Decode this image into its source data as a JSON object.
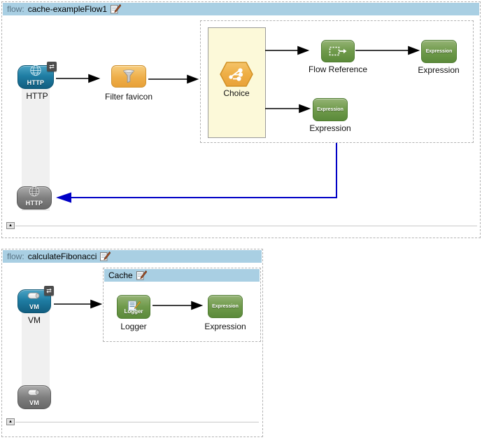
{
  "colors": {
    "flow_header_bg": "#a9cfe3",
    "dashed_border": "#b3b3b3",
    "choice_lane_bg": "#fcf9d9",
    "endpoint_blue": "#1f7da3",
    "endpoint_gray": "#7f7f7f",
    "component_green": "#6f9a4b",
    "component_orange": "#eeae49",
    "response_wire_blue": "#0000c6",
    "connector_black": "#000000"
  },
  "ui": {
    "collapse_glyph": "▲",
    "badge_glyph": "⇄"
  },
  "flow1": {
    "header_kind": "flow:",
    "header_name": "cache-exampleFlow1",
    "http_source": {
      "text": "HTTP",
      "label": "HTTP"
    },
    "filter": {
      "label": "Filter favicon"
    },
    "choice": {
      "label": "Choice"
    },
    "flow_reference": {
      "label": "Flow Reference"
    },
    "expression_a": {
      "text": "Expression",
      "label": "Expression"
    },
    "expression_b": {
      "text": "Expression",
      "label": "Expression"
    },
    "http_response": {
      "text": "HTTP"
    }
  },
  "flow2": {
    "header_kind": "flow:",
    "header_name": "calculateFibonacci",
    "cache_title": "Cache",
    "vm_source": {
      "text": "VM",
      "label": "VM"
    },
    "logger": {
      "text": "Logger",
      "label": "Logger"
    },
    "expression": {
      "text": "Expression",
      "label": "Expression"
    },
    "vm_response": {
      "text": "VM"
    }
  }
}
